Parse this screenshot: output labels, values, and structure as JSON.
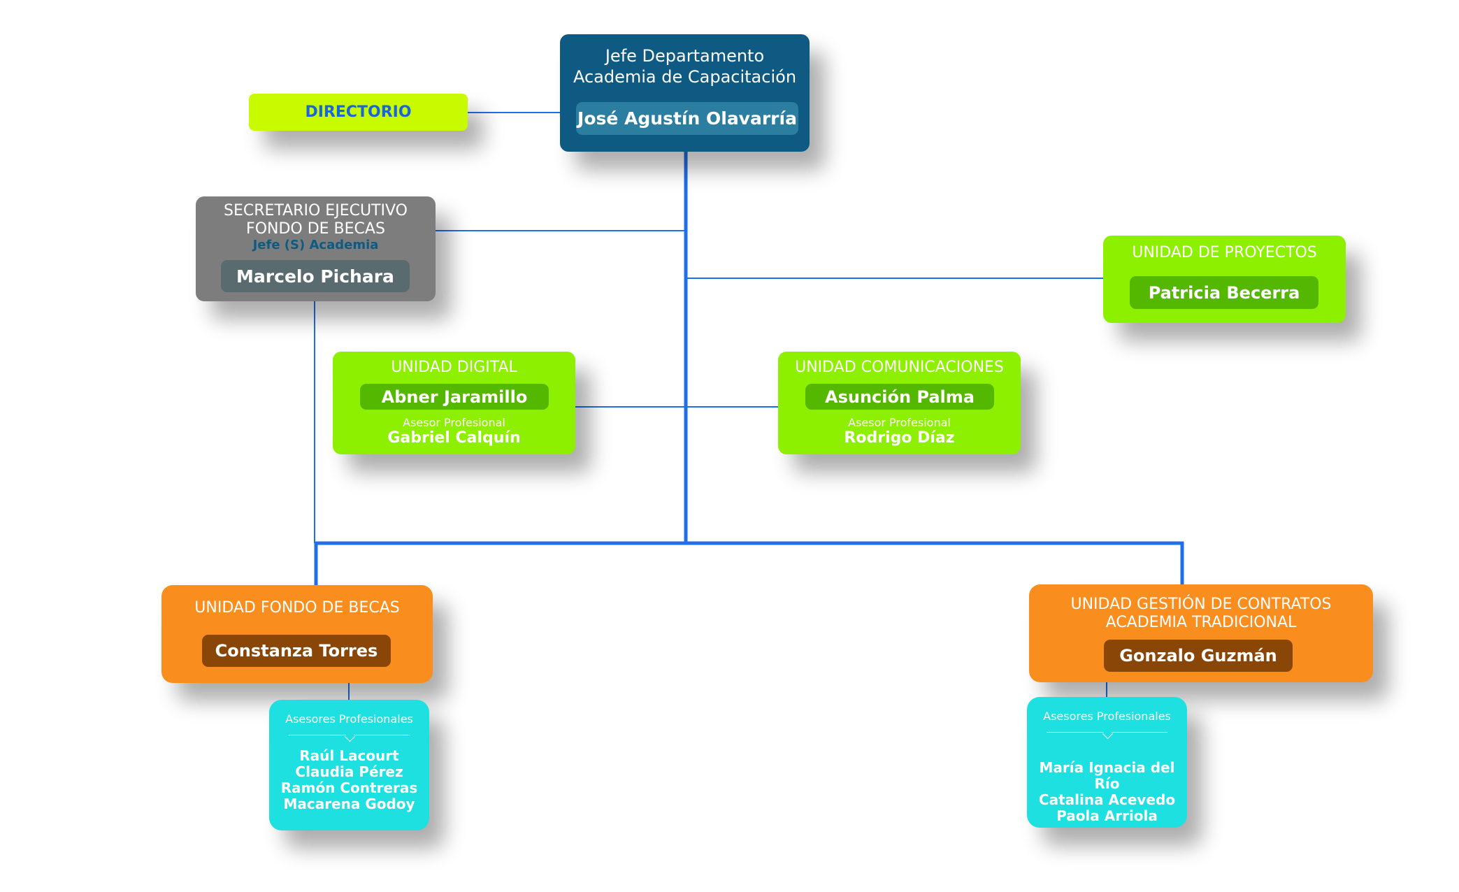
{
  "jefe": {
    "title_line1": "Jefe Departamento",
    "title_line2": "Academia de Capacitación",
    "name": "José Agustín Olavarría"
  },
  "directorio": {
    "label": "DIRECTORIO"
  },
  "secretario": {
    "title_line1": "SECRETARIO EJECUTIVO",
    "title_line2": "FONDO DE BECAS",
    "subtitle": "Jefe (S) Academia",
    "name": "Marcelo Pichara"
  },
  "proyectos": {
    "title": "UNIDAD DE PROYECTOS",
    "name": "Patricia Becerra"
  },
  "digital": {
    "title": "UNIDAD DIGITAL",
    "name": "Abner Jaramillo",
    "advisor_label": "Asesor Profesional",
    "advisor": "Gabriel Calquín"
  },
  "comunicaciones": {
    "title": "UNIDAD COMUNICACIONES",
    "name": "Asunción Palma",
    "advisor_label": "Asesor Profesional",
    "advisor": "Rodrigo Díaz"
  },
  "fondo_becas": {
    "title": "UNIDAD FONDO DE BECAS",
    "name": "Constanza Torres",
    "advisors_label": "Asesores Profesionales",
    "advisors": [
      "Raúl Lacourt",
      "Claudia Pérez",
      "Ramón Contreras",
      "Macarena Godoy"
    ]
  },
  "contratos": {
    "title_line1": "UNIDAD GESTIÓN DE CONTRATOS",
    "title_line2": "ACADEMIA TRADICIONAL",
    "name": "Gonzalo Guzmán",
    "advisors_label": "Asesores Profesionales",
    "advisors": [
      "María Ignacia del Río",
      "Catalina Acevedo",
      "Paola Arriola"
    ]
  },
  "colors": {
    "connector": "#1f6fe6",
    "navy": "#0f5a82",
    "gray": "#7d7d7d",
    "lime": "#c8fa00",
    "green": "#8cf000",
    "orange": "#f98d1e",
    "cyan": "#1ee0e0"
  }
}
